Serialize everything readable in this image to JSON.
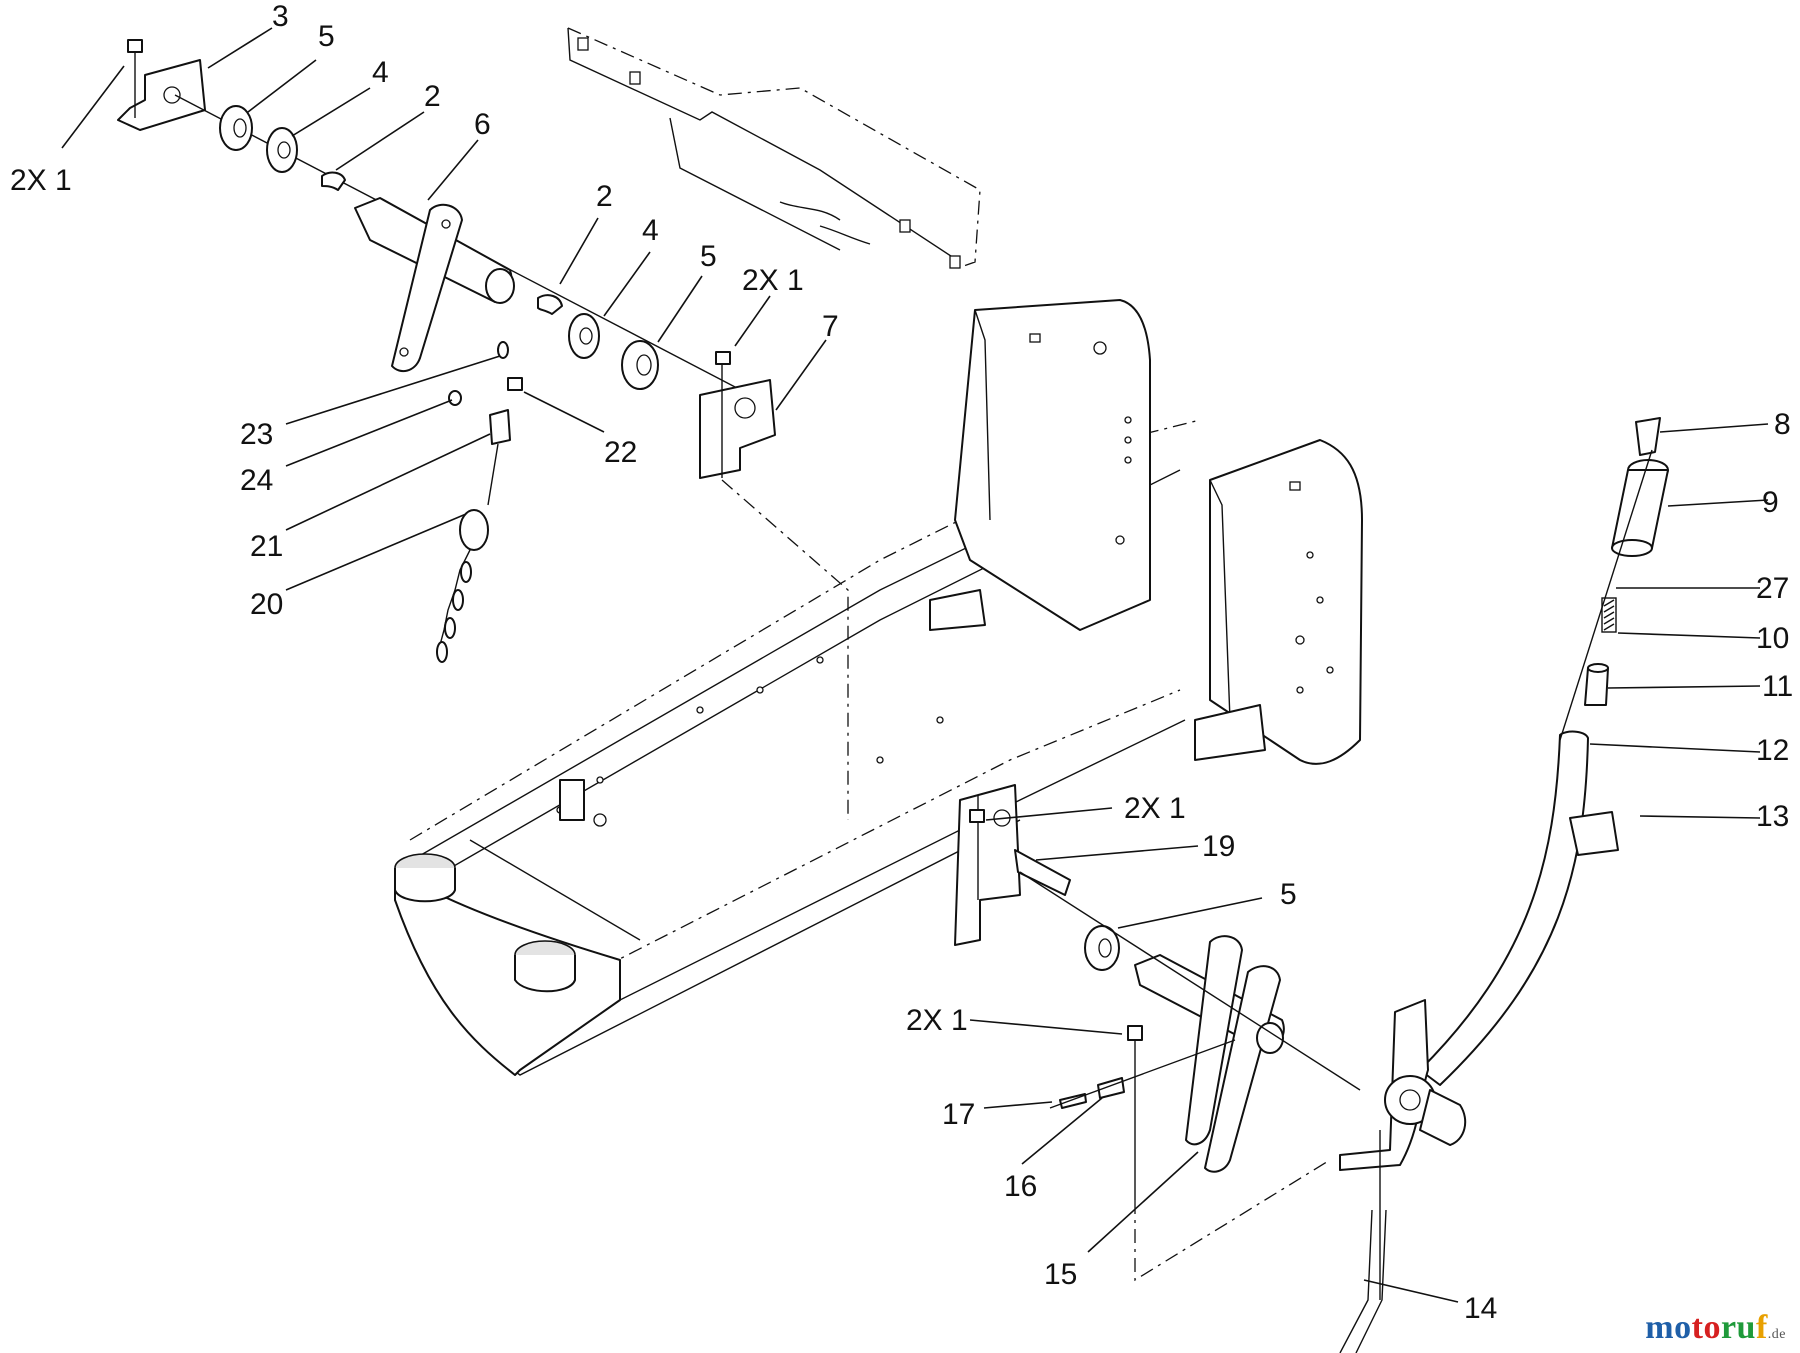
{
  "callouts": [
    {
      "id": "c-3",
      "text": "3"
    },
    {
      "id": "c-5a",
      "text": "5"
    },
    {
      "id": "c-4a",
      "text": "4"
    },
    {
      "id": "c-2a",
      "text": "2"
    },
    {
      "id": "c-6",
      "text": "6"
    },
    {
      "id": "c-2x1a",
      "text": "2X 1"
    },
    {
      "id": "c-2b",
      "text": "2"
    },
    {
      "id": "c-4b",
      "text": "4"
    },
    {
      "id": "c-5b",
      "text": "5"
    },
    {
      "id": "c-2x1b",
      "text": "2X 1"
    },
    {
      "id": "c-7",
      "text": "7"
    },
    {
      "id": "c-23",
      "text": "23"
    },
    {
      "id": "c-24",
      "text": "24"
    },
    {
      "id": "c-22",
      "text": "22"
    },
    {
      "id": "c-21",
      "text": "21"
    },
    {
      "id": "c-20",
      "text": "20"
    },
    {
      "id": "c-8",
      "text": "8"
    },
    {
      "id": "c-9",
      "text": "9"
    },
    {
      "id": "c-27",
      "text": "27"
    },
    {
      "id": "c-10",
      "text": "10"
    },
    {
      "id": "c-11",
      "text": "11"
    },
    {
      "id": "c-12",
      "text": "12"
    },
    {
      "id": "c-13",
      "text": "13"
    },
    {
      "id": "c-2x1c",
      "text": "2X 1"
    },
    {
      "id": "c-19",
      "text": "19"
    },
    {
      "id": "c-5c",
      "text": "5"
    },
    {
      "id": "c-2x1d",
      "text": "2X 1"
    },
    {
      "id": "c-17",
      "text": "17"
    },
    {
      "id": "c-16",
      "text": "16"
    },
    {
      "id": "c-15",
      "text": "15"
    },
    {
      "id": "c-14",
      "text": "14"
    }
  ],
  "watermark": {
    "p1": "mo",
    "p2": "to",
    "p3": "ru",
    "p4": "f",
    "tld": ".de"
  }
}
